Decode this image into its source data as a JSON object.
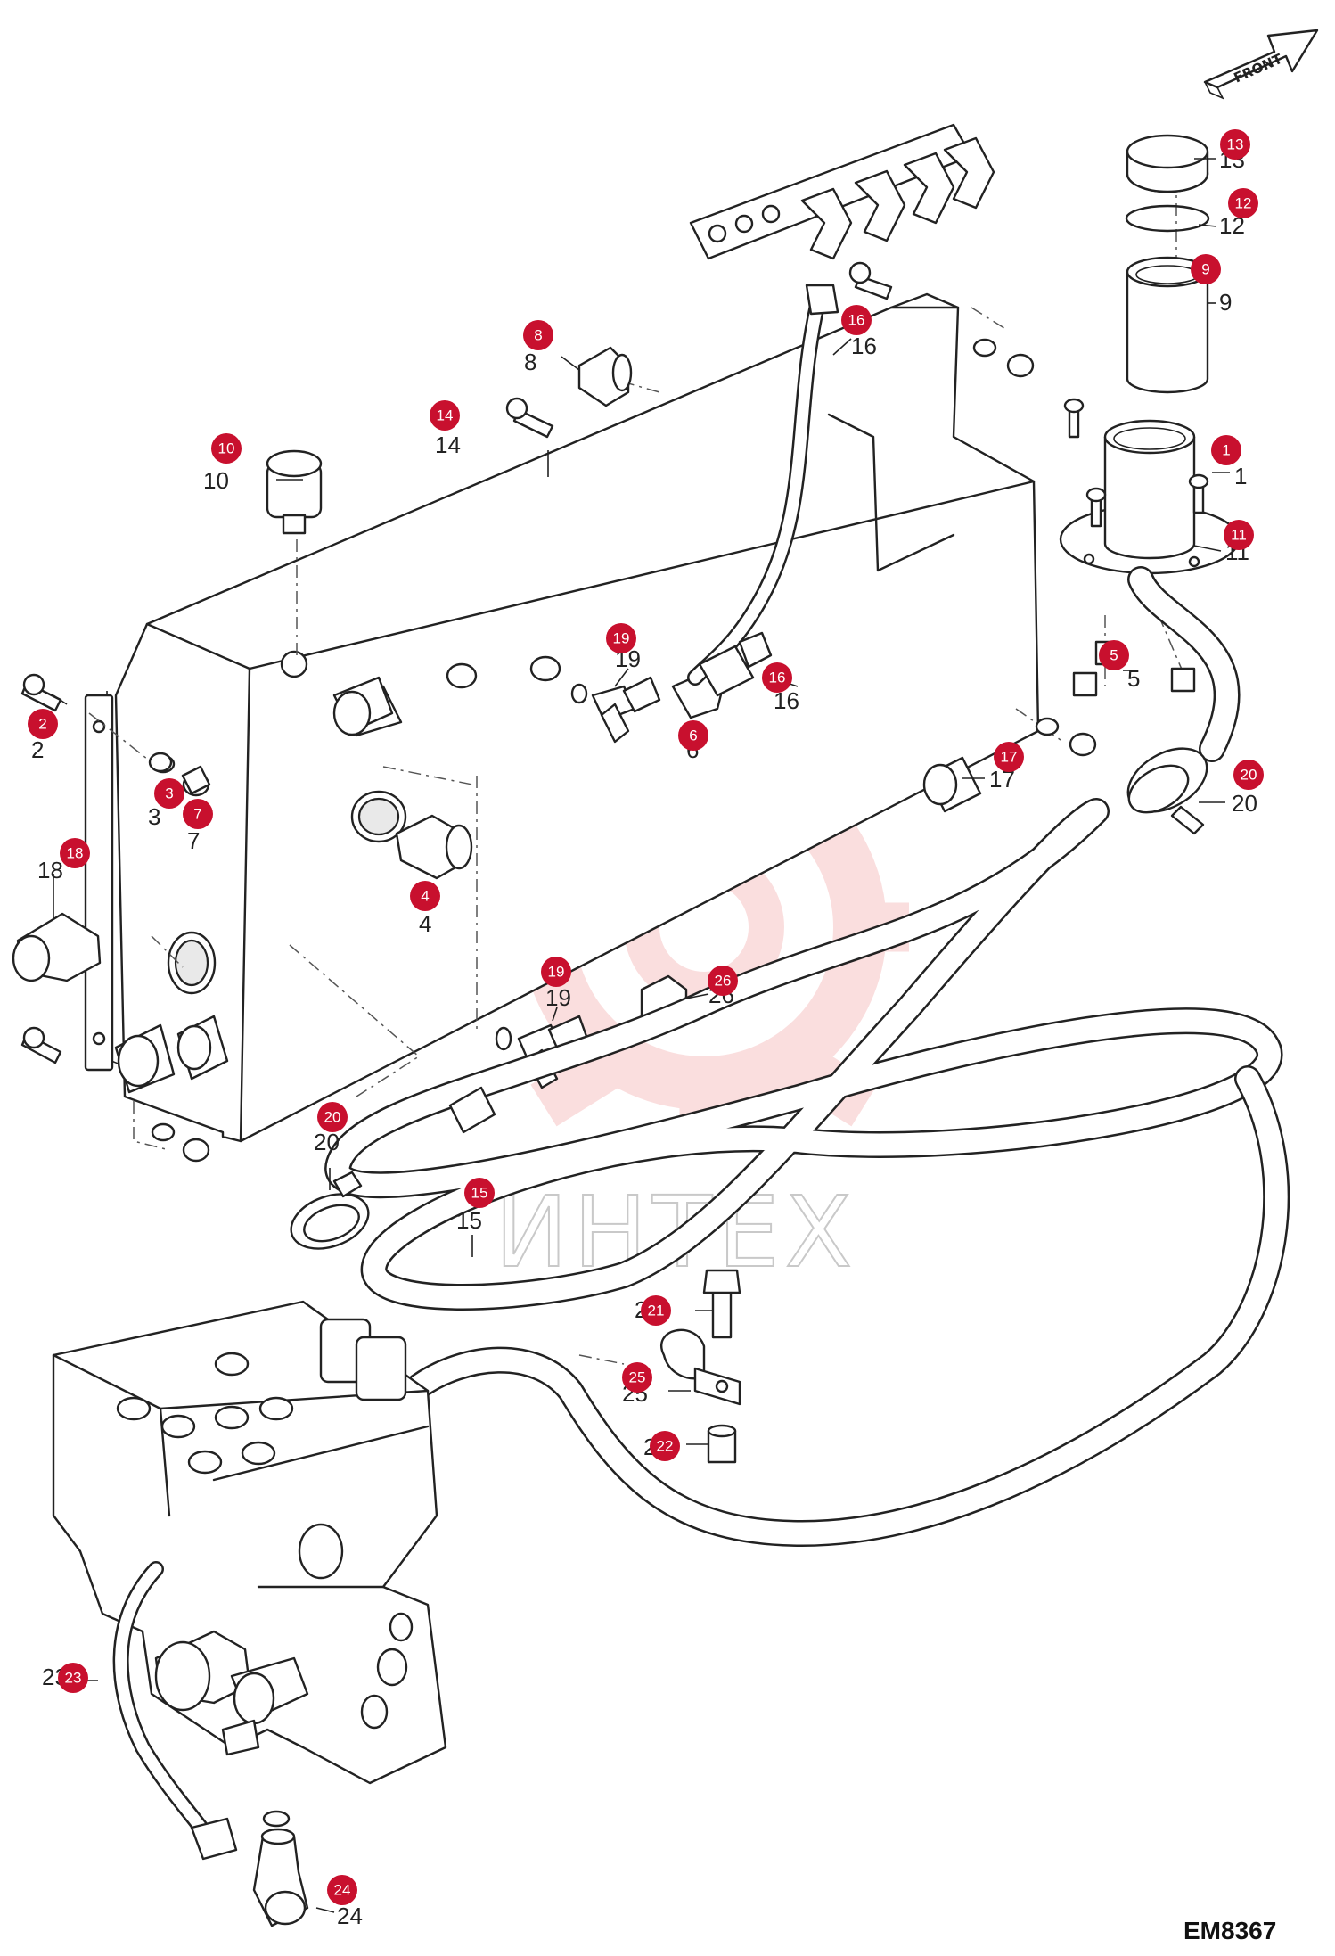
{
  "diagram": {
    "drawing_code": "EM8367",
    "direction_label": "FRONT",
    "watermark": "ИНТЕХ",
    "colors": {
      "badge": "#c8102e",
      "watermark": "#f5c6c6",
      "line": "#222222"
    },
    "callouts": [
      {
        "id": "1",
        "number_label": "1"
      },
      {
        "id": "2",
        "number_label": "2"
      },
      {
        "id": "3",
        "number_label": "3"
      },
      {
        "id": "4",
        "number_label": "4"
      },
      {
        "id": "5",
        "number_label": "5"
      },
      {
        "id": "6",
        "number_label": "6"
      },
      {
        "id": "7",
        "number_label": "7"
      },
      {
        "id": "8",
        "number_label": "8"
      },
      {
        "id": "9",
        "number_label": "9"
      },
      {
        "id": "10",
        "number_label": "10"
      },
      {
        "id": "11",
        "number_label": "11"
      },
      {
        "id": "12",
        "number_label": "12"
      },
      {
        "id": "13",
        "number_label": "13"
      },
      {
        "id": "14",
        "number_label": "14"
      },
      {
        "id": "15",
        "number_label": "15"
      },
      {
        "id": "16",
        "number_label": "16"
      },
      {
        "id": "16",
        "number_label": "16"
      },
      {
        "id": "17",
        "number_label": "17"
      },
      {
        "id": "18",
        "number_label": "18"
      },
      {
        "id": "19",
        "number_label": "19"
      },
      {
        "id": "19",
        "number_label": "19"
      },
      {
        "id": "20",
        "number_label": "20"
      },
      {
        "id": "20",
        "number_label": "20"
      },
      {
        "id": "21",
        "number_label": "21"
      },
      {
        "id": "22",
        "number_label": "22"
      },
      {
        "id": "23",
        "number_label": "23"
      },
      {
        "id": "24",
        "number_label": "24"
      },
      {
        "id": "25",
        "number_label": "25"
      },
      {
        "id": "26",
        "number_label": "26"
      }
    ]
  }
}
